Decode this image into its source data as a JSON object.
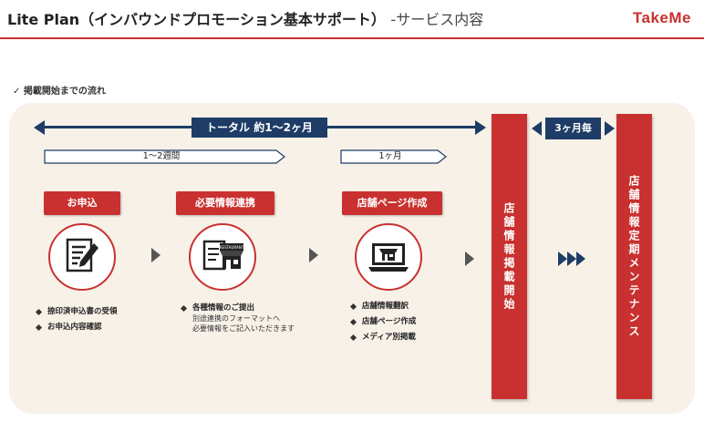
{
  "header": {
    "title": "Lite Plan（インバウンドプロモーション基本サポート）",
    "subtitle": "-サービス内容",
    "brand": "TakeMe"
  },
  "section": {
    "title": "✓  掲載開始までの流れ"
  },
  "timeline": {
    "total_label": "トータル  約1～2ヶ月",
    "period_1": "1～2週間",
    "period_2": "1ヶ月",
    "frequency": "3ヶ月毎"
  },
  "steps": [
    {
      "label": "お申込",
      "icon": "document-pen-icon",
      "items": [
        "捺印済申込書の受領",
        "お申込内容確認"
      ]
    },
    {
      "label": "必要情報連携",
      "icon": "restaurant-document-icon",
      "items": [
        "各種情報のご提出"
      ],
      "note": [
        "別途連携のフォーマットへ",
        "必要情報をご記入いただきます"
      ]
    },
    {
      "label": "店舗ページ作成",
      "icon": "laptop-store-icon",
      "items": [
        "店舗情報翻訳",
        "店舗ページ作成",
        "メディア別掲載"
      ]
    }
  ],
  "bars": {
    "start": "店舗情報掲載開始",
    "maintenance": "店舗情報定期メンテナンス"
  },
  "colors": {
    "accent": "#c8312f",
    "navy": "#1e3c66",
    "panel": "#f7f1e8"
  }
}
